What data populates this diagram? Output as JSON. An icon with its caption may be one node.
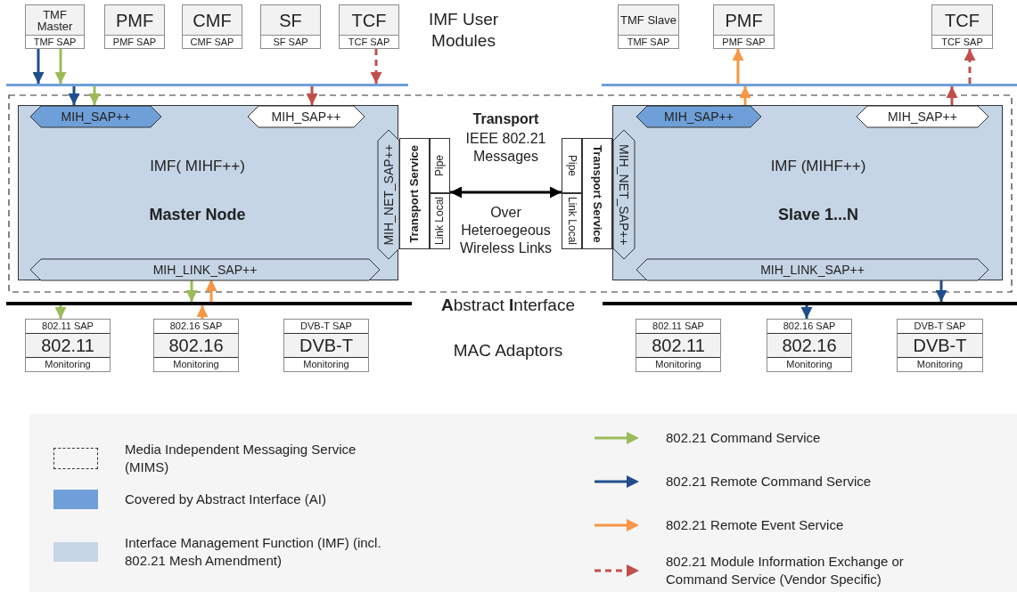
{
  "diagram": {
    "nodes": [
      {
        "text": [
          "TMF Master",
          "TMF SAP"
        ]
      },
      {
        "text": [
          "PMF",
          "PMF SAP"
        ]
      },
      {
        "text": [
          "CMF",
          "CMF SAP"
        ]
      },
      {
        "text": [
          "SF",
          "SF SAP"
        ]
      },
      {
        "text": [
          "TCF",
          "TCF SAP"
        ]
      },
      {
        "text": [
          "TMF Slave",
          "TMF SAP"
        ]
      },
      {
        "text": [
          "PMF",
          "PMF SAP"
        ]
      },
      {
        "text": [
          "TCF",
          "TCF SAP"
        ]
      },
      {
        "text": [
          "IMF( MIHF++)",
          "Master Node"
        ]
      },
      {
        "text": [
          "MIH_SAP++"
        ],
        "in": 8
      },
      {
        "text": [
          "MIH_SAP++"
        ],
        "in": 8
      },
      {
        "text": [
          "MIH_NET_SAP++"
        ],
        "in": 8
      },
      {
        "text": [
          "MIH_LINK_SAP++"
        ],
        "in": 8
      },
      {
        "text": [
          "Transport Service"
        ]
      },
      {
        "text": [
          "Pipe"
        ]
      },
      {
        "text": [
          "Link Local"
        ]
      },
      {
        "text": [
          "IMF (MIHF++)",
          "Slave 1...N"
        ]
      },
      {
        "text": [
          "MIH_SAP++"
        ],
        "in": 16
      },
      {
        "text": [
          "MIH_SAP++"
        ],
        "in": 16
      },
      {
        "text": [
          "MIH_NET_SAP++"
        ],
        "in": 16
      },
      {
        "text": [
          "MIH_LINK_SAP++"
        ],
        "in": 16
      },
      {
        "text": [
          "Pipe"
        ]
      },
      {
        "text": [
          "Link Local"
        ]
      },
      {
        "text": [
          "Transport Service"
        ]
      },
      {
        "text": [
          "802.11 SAP",
          "802.11",
          "Monitoring"
        ]
      },
      {
        "text": [
          "802.16 SAP",
          "802.16",
          "Monitoring"
        ]
      },
      {
        "text": [
          "DVB-T SAP",
          "DVB-T",
          "Monitoring"
        ]
      },
      {
        "text": [
          "802.11 SAP",
          "802.11",
          "Monitoring"
        ]
      },
      {
        "text": [
          "802.16 SAP",
          "802.16",
          "Monitoring"
        ]
      },
      {
        "text": [
          "DVB-T SAP",
          "DVB-T",
          "Monitoring"
        ]
      },
      {
        "text": [],
        "shape": "bar"
      },
      {
        "text": [],
        "shape": "bar"
      },
      {
        "text": [],
        "shape": "bar"
      },
      {
        "text": [],
        "shape": "bar"
      }
    ],
    "edges": [
      {
        "from": 0,
        "to": 30,
        "arrow": "to",
        "color": "#1f4e8c"
      },
      {
        "from": 0,
        "to": 30,
        "arrow": "to",
        "color": "#9bbb59"
      },
      {
        "from": 30,
        "to": 9,
        "arrow": "to",
        "color": "#1f4e8c"
      },
      {
        "from": 30,
        "to": 9,
        "arrow": "to",
        "color": "#9bbb59"
      },
      {
        "from": 4,
        "to": 30,
        "arrow": "to",
        "style": "dashed",
        "color": "#c0504d"
      },
      {
        "from": 30,
        "to": 10,
        "arrow": "to",
        "color": "#c0504d"
      },
      {
        "from": 31,
        "to": 6,
        "arrow": "to",
        "color": "#f79646"
      },
      {
        "from": 17,
        "to": 31,
        "arrow": "to",
        "color": "#f79646"
      },
      {
        "from": 31,
        "to": 7,
        "arrow": "to",
        "style": "dashed",
        "color": "#c0504d"
      },
      {
        "from": 18,
        "to": 31,
        "arrow": "to",
        "color": "#c0504d"
      },
      {
        "from": 12,
        "to": 32,
        "arrow": "to",
        "color": "#9bbb59"
      },
      {
        "from": 32,
        "to": 12,
        "arrow": "to",
        "color": "#f79646"
      },
      {
        "from": 32,
        "to": 24,
        "arrow": "to",
        "color": "#9bbb59"
      },
      {
        "from": 25,
        "to": 32,
        "arrow": "to",
        "color": "#f79646"
      },
      {
        "from": 20,
        "to": 33,
        "arrow": "to",
        "color": "#1f4e8c"
      },
      {
        "from": 33,
        "to": 28,
        "arrow": "to",
        "color": "#1f4e8c"
      },
      {
        "from": 15,
        "to": 22,
        "arrow": "both",
        "color": "#000000"
      }
    ],
    "labels": [
      "IMF User Modules",
      "Transport",
      "IEEE 802.21 Messages",
      "Over Heteroegeous Wireless Links",
      "**A**bstract **I**nterface",
      "MAC Adaptors"
    ],
    "legend": [
      {
        "text": "Media Independent Messaging Service (MIMS)"
      },
      {
        "text": "Covered by Abstract Interface (AI)",
        "color": "#6f9fd8"
      },
      {
        "text": "Interface Management Function (IMF) (incl. 802.21 Mesh Amendment)",
        "color": "#c5d5e6"
      },
      {
        "text": "802.21 Command Service"
      },
      {
        "text": "802.21 Remote Command Service"
      },
      {
        "text": "802.21 Remote Event Service"
      },
      {
        "text": "802.21 Module Information Exchange or Command Service (Vendor Specific)"
      }
    ]
  }
}
